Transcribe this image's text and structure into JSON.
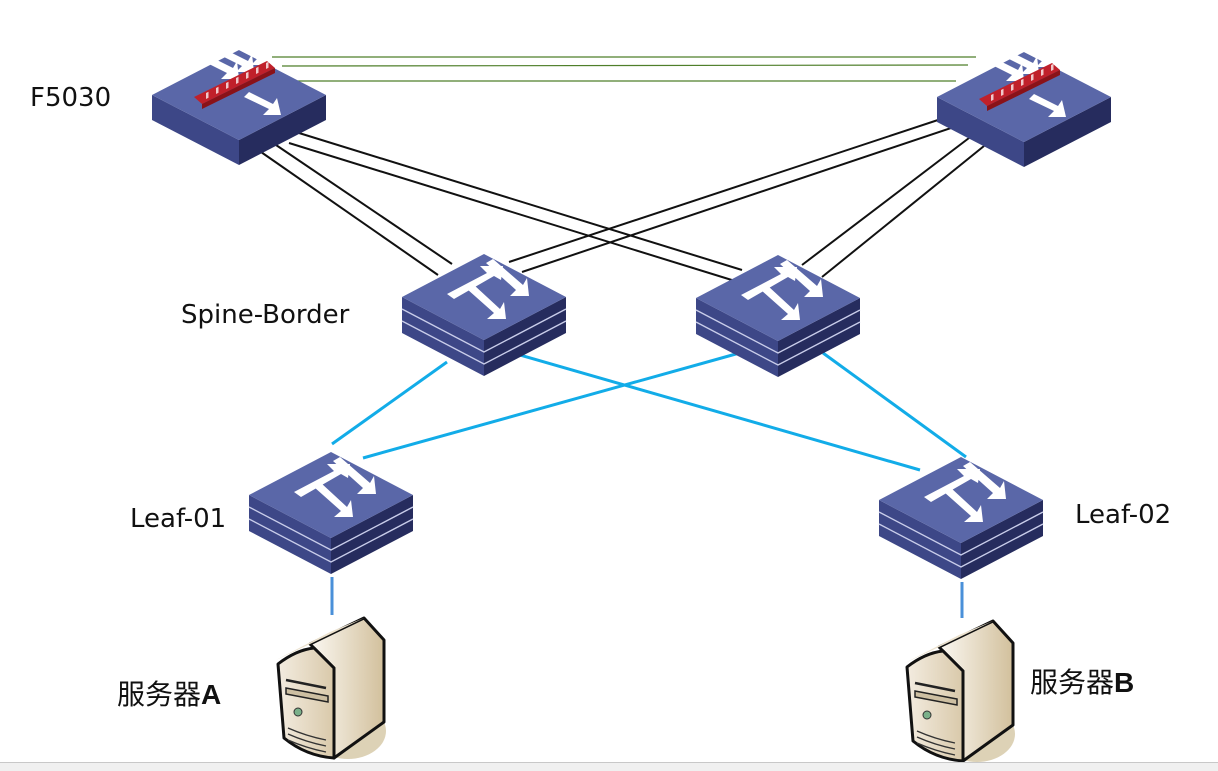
{
  "diagram": {
    "type": "network-topology",
    "colors": {
      "device_top": "#5a67a8",
      "device_side_left": "#3d4787",
      "device_side_right": "#262c5e",
      "firewall_bar": "#c0202a",
      "link_firewall_peer": "#4f7f2a",
      "link_uplink": "#111111",
      "link_fabric": "#12ace8",
      "link_server": "#4a90d9",
      "server_body": "#e8dcc4"
    },
    "nodes": [
      {
        "id": "fw1",
        "kind": "firewall",
        "label": "F5030"
      },
      {
        "id": "fw2",
        "kind": "firewall",
        "label": ""
      },
      {
        "id": "spine1",
        "kind": "switch",
        "label": "Spine-Border"
      },
      {
        "id": "spine2",
        "kind": "switch",
        "label": ""
      },
      {
        "id": "leaf1",
        "kind": "switch",
        "label": "Leaf-01"
      },
      {
        "id": "leaf2",
        "kind": "switch",
        "label": "Leaf-02"
      },
      {
        "id": "srvA",
        "kind": "server",
        "label_text": "服务器",
        "label_suffix": "A"
      },
      {
        "id": "srvB",
        "kind": "server",
        "label_text": "服务器",
        "label_suffix": "B"
      }
    ],
    "links": [
      {
        "from": "fw1",
        "to": "fw2",
        "count": 3,
        "style": "firewall_peer"
      },
      {
        "from": "fw1",
        "to": "spine1",
        "count": 2,
        "style": "uplink"
      },
      {
        "from": "fw1",
        "to": "spine2",
        "count": 2,
        "style": "uplink"
      },
      {
        "from": "fw2",
        "to": "spine1",
        "count": 2,
        "style": "uplink"
      },
      {
        "from": "fw2",
        "to": "spine2",
        "count": 2,
        "style": "uplink"
      },
      {
        "from": "spine1",
        "to": "leaf1",
        "count": 1,
        "style": "fabric"
      },
      {
        "from": "spine1",
        "to": "leaf2",
        "count": 1,
        "style": "fabric"
      },
      {
        "from": "spine2",
        "to": "leaf1",
        "count": 1,
        "style": "fabric"
      },
      {
        "from": "spine2",
        "to": "leaf2",
        "count": 1,
        "style": "fabric"
      },
      {
        "from": "leaf1",
        "to": "srvA",
        "count": 1,
        "style": "server"
      },
      {
        "from": "leaf2",
        "to": "srvB",
        "count": 1,
        "style": "server"
      }
    ]
  }
}
